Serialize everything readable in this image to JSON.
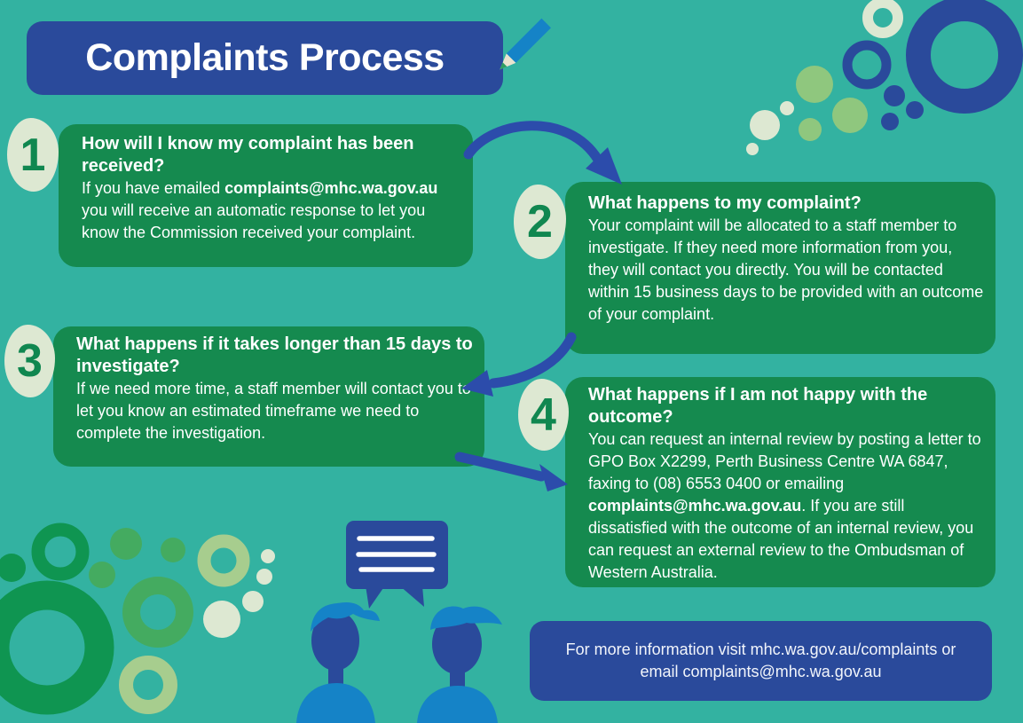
{
  "title": "Complaints Process",
  "steps": [
    {
      "number": "1",
      "heading": "How will I know my complaint has been received?",
      "body": {
        "pre": "If you have emailed ",
        "bold": "complaints@mhc.wa.gov.au",
        "post": " you will receive an automatic response to let you know the Commission received your complaint."
      }
    },
    {
      "number": "2",
      "heading": "What happens to my complaint?",
      "body": {
        "pre": "Your complaint will be allocated to a staff member to investigate. If they need more information from you, they will contact you directly. You will be contacted within 15 business days to be provided with an outcome of your complaint.",
        "bold": "",
        "post": ""
      }
    },
    {
      "number": "3",
      "heading": "What happens if it takes longer than 15 days to investigate?",
      "body": {
        "pre": "If we need more time, a staff member will contact you to let you know an estimated timeframe we need to complete the investigation.",
        "bold": "",
        "post": ""
      }
    },
    {
      "number": "4",
      "heading": "What happens if I am not happy with the outcome?",
      "body": {
        "pre": "You can request an internal review by posting a letter to GPO Box X2299, Perth Business Centre WA 6847, faxing to (08) 6553 0400 or emailing ",
        "bold": "complaints@mhc.wa.gov.au",
        "post": ". If you are still dissatisfied with the outcome of an internal review, you can request an external review to the Ombudsman of Western Australia."
      }
    }
  ],
  "footer": {
    "line1": "For more information visit mhc.wa.gov.au/complaints or",
    "line2": "email complaints@mhc.wa.gov.au"
  },
  "colors": {
    "background_teal": "#33b2a1",
    "navy_blue": "#2a4a9b",
    "card_green": "#158a4f",
    "cream": "#dde8d2",
    "light_blue": "#1583c7",
    "arrow_blue": "#2c4cab",
    "light_green": "#8fc77e",
    "mid_green": "#44ab60",
    "dark_green_ring": "#0f9551",
    "sage_green": "#a7cd8e",
    "number_green": "#108750"
  },
  "icons": {
    "pencil": "pencil-icon",
    "speech_bubble": "speech-bubble-icon"
  }
}
